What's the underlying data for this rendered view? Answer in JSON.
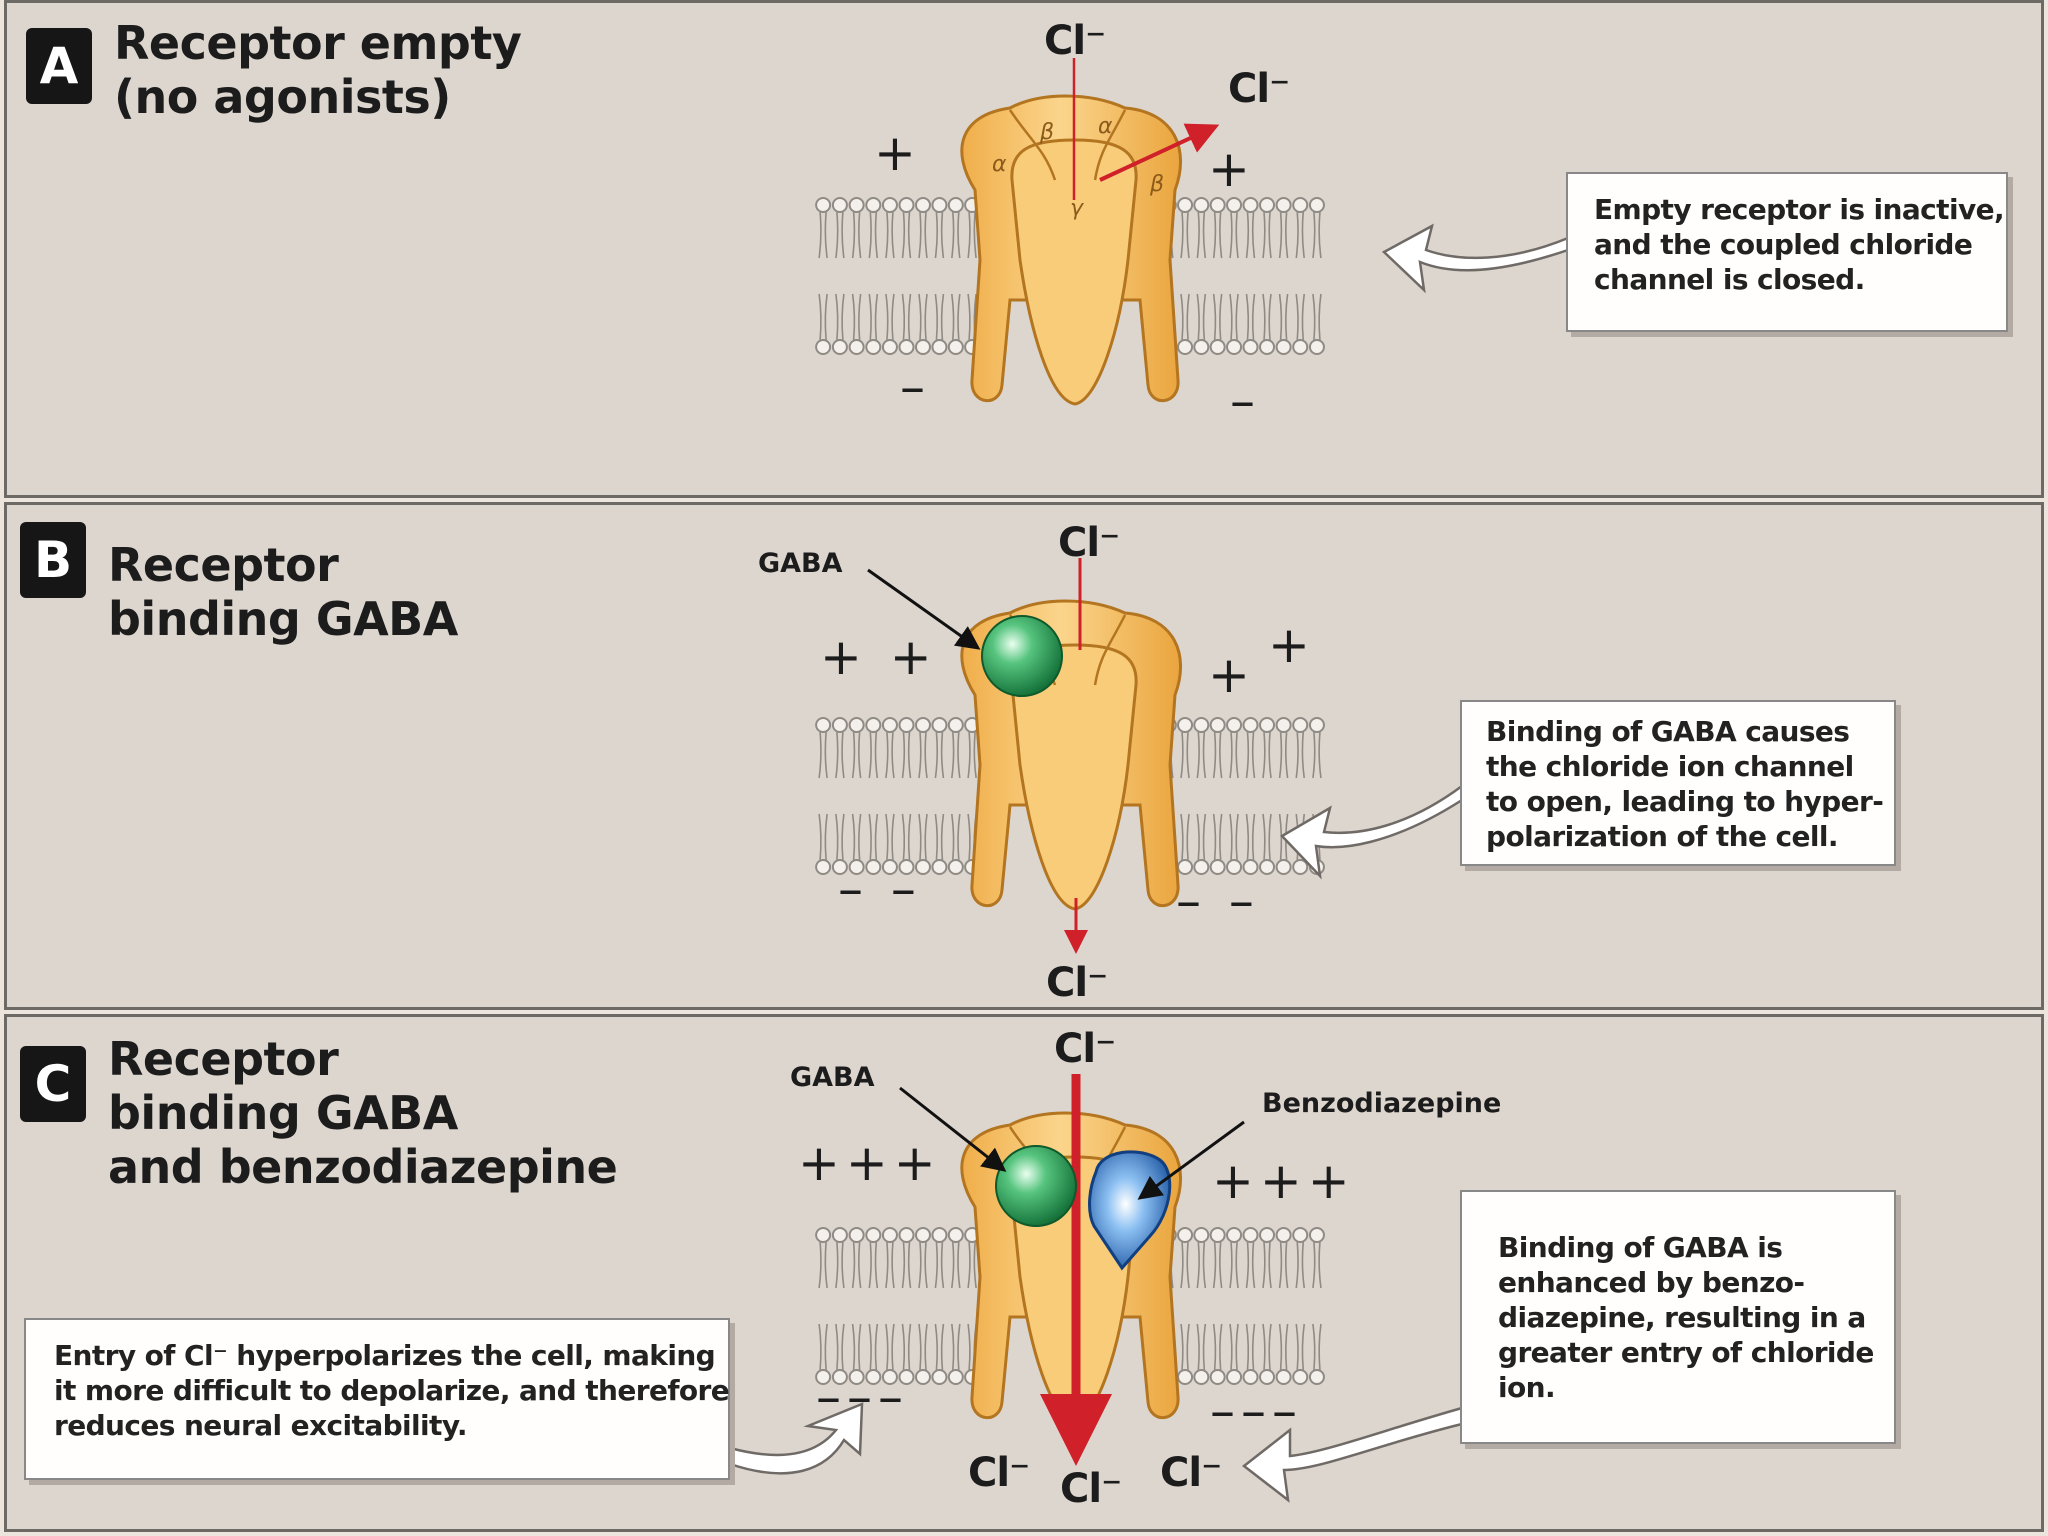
{
  "panel_a": {
    "badge": "A",
    "title": "Receptor empty\n(no agonists)",
    "callout": "Empty receptor is inactive,\nand the coupled chloride\nchannel is closed.",
    "cl_top": "Cl⁻",
    "cl_out": "Cl⁻",
    "plus_left": "+",
    "plus_right": "+",
    "minus_left": "–",
    "minus_right": "–",
    "subunits": [
      "β",
      "α",
      "α",
      "γ",
      "β"
    ]
  },
  "panel_b": {
    "badge": "B",
    "title": "Receptor\nbinding GABA",
    "gaba_label": "GABA",
    "callout": "Binding of GABA causes\nthe chloride ion channel\nto open, leading to hyper-\npolarization of the cell.",
    "cl_top": "Cl⁻",
    "cl_bottom": "Cl⁻",
    "plus_left": "+ +",
    "plus_right_1": "+",
    "plus_right_2": "+",
    "minus_left": "– –",
    "minus_right": "– –"
  },
  "panel_c": {
    "badge": "C",
    "title": "Receptor\nbinding GABA\nand benzodiazepine",
    "gaba_label": "GABA",
    "benzo_label": "Benzodiazepine",
    "callout_left": "Entry of Cl⁻ hyperpolarizes the cell, making\nit more difficult to depolarize, and therefore\nreduces neural excitability.",
    "callout_right": "Binding of GABA is\nenhanced by benzo-\ndiazepine, resulting in a\ngreater entry of chloride\nion.",
    "cl_top": "Cl⁻",
    "cl_bottom_left": "Cl⁻",
    "cl_bottom_center": "Cl⁻",
    "cl_bottom_right": "Cl⁻",
    "plus_left": "+++",
    "plus_right": "+++",
    "minus_left": "–––",
    "minus_right": "–––"
  },
  "colors": {
    "receptor_fill": "#f6c26a",
    "receptor_stroke": "#b37520",
    "chloride_arrow": "#d0202a",
    "gaba_green": "#2aa05a",
    "benzo_blue": "#2f72c6",
    "membrane_stroke": "#8f8a84"
  }
}
